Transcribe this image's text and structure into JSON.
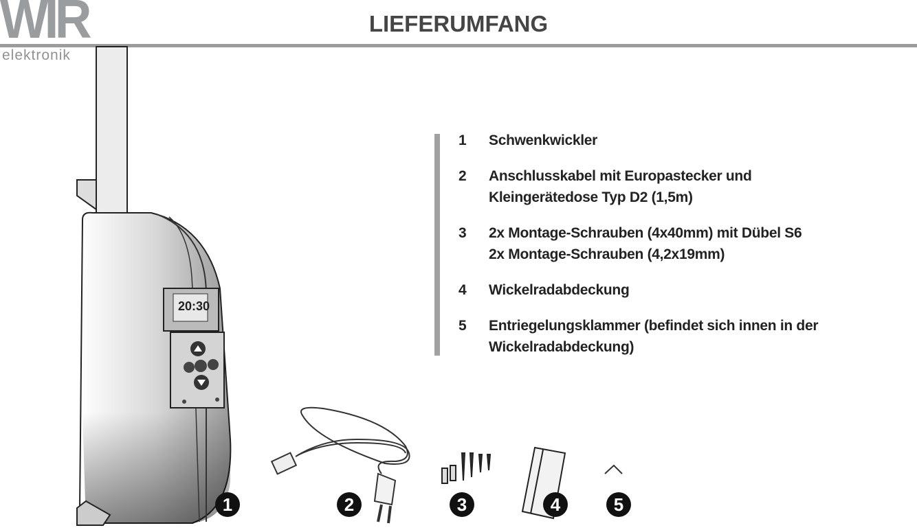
{
  "logo": {
    "brand": "WIR",
    "sub": "elektronik"
  },
  "title": "LIEFERUMFANG",
  "device_display": "20:30",
  "items": [
    {
      "num": "1",
      "lines": [
        "Schwenkwickler"
      ]
    },
    {
      "num": "2",
      "lines": [
        "Anschlusskabel mit Europastecker und",
        "Kleingerätedose Typ D2 (1,5m)"
      ]
    },
    {
      "num": "3",
      "lines": [
        "2x Montage-Schrauben (4x40mm) mit Dübel S6",
        "2x Montage-Schrauben (4,2x19mm)"
      ]
    },
    {
      "num": "4",
      "lines": [
        "Wickelradabdeckung"
      ]
    },
    {
      "num": "5",
      "lines": [
        "Entriegelungsklammer (befindet sich innen in der",
        "Wickelradabdeckung)"
      ]
    }
  ]
}
